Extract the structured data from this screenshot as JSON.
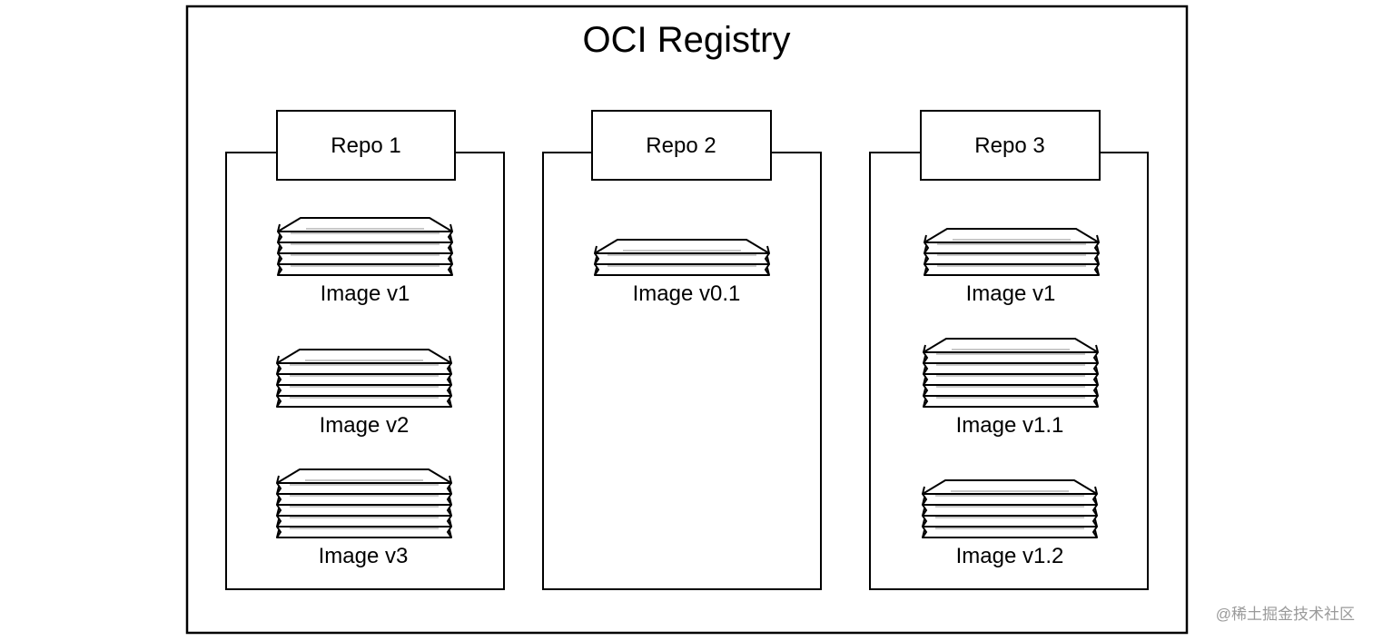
{
  "registry": {
    "title": "OCI Registry"
  },
  "repos": [
    {
      "label": "Repo 1",
      "images": [
        {
          "label": "Image v1",
          "layers": 5
        },
        {
          "label": "Image v2",
          "layers": 5
        },
        {
          "label": "Image v3",
          "layers": 6
        }
      ]
    },
    {
      "label": "Repo 2",
      "images": [
        {
          "label": "Image v0.1",
          "layers": 3
        }
      ]
    },
    {
      "label": "Repo 3",
      "images": [
        {
          "label": "Image v1",
          "layers": 4
        },
        {
          "label": "Image v1.1",
          "layers": 6
        },
        {
          "label": "Image v1.2",
          "layers": 5
        }
      ]
    }
  ],
  "watermark": "@稀土掘金技术社区"
}
